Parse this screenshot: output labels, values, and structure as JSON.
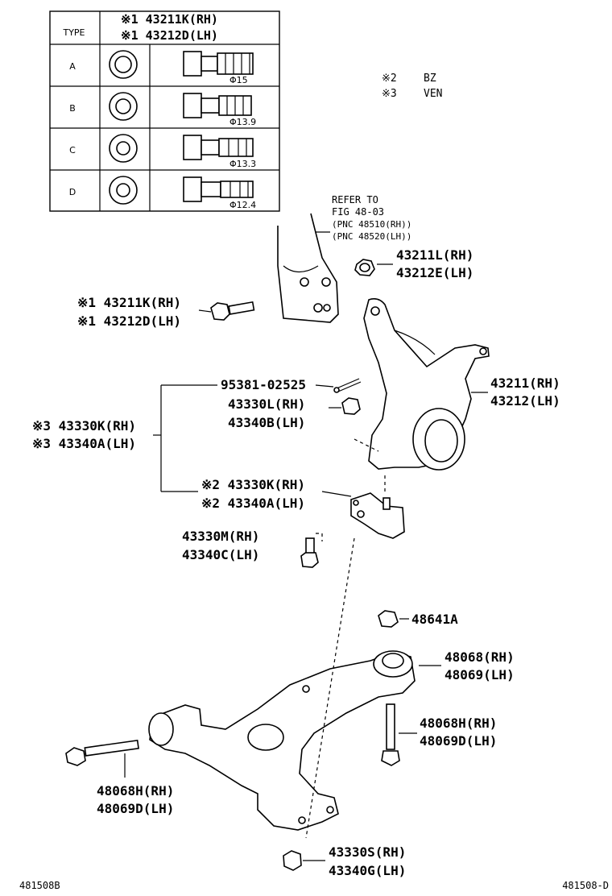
{
  "table": {
    "type_header": "TYPE",
    "col_header_rh": "※1 43211K(RH)",
    "col_header_lh": "※1 43212D(LH)",
    "rows": [
      {
        "type": "A",
        "dim": "Φ15"
      },
      {
        "type": "B",
        "dim": "Φ13.9"
      },
      {
        "type": "C",
        "dim": "Φ13.3"
      },
      {
        "type": "D",
        "dim": "Φ12.4"
      }
    ]
  },
  "notes": {
    "n2_mark": "※2",
    "n2_text": "BZ",
    "n3_mark": "※3",
    "n3_text": "VEN"
  },
  "refer": {
    "line1": "REFER TO",
    "line2": "FIG 48-03",
    "line3": "(PNC 48510(RH))",
    "line4": "(PNC 48520(LH))"
  },
  "labels": {
    "nut_top_rh": "43211L(RH)",
    "nut_top_lh": "43212E(LH)",
    "bolt_left_rh": "※1 43211K(RH)",
    "bolt_left_lh": "※1 43212D(LH)",
    "pin": "95381-02525",
    "knuckle_rh": "43211(RH)",
    "knuckle_lh": "43212(LH)",
    "nut_mid_rh": "43330L(RH)",
    "nut_mid_lh": "43340B(LH)",
    "assy_rh": "※3 43330K(RH)",
    "assy_lh": "※3 43340A(LH)",
    "joint_rh": "※2 43330K(RH)",
    "joint_lh": "※2 43340A(LH)",
    "bolt_joint_rh": "43330M(RH)",
    "bolt_joint_lh": "43340C(LH)",
    "nut_arm": "48641A",
    "arm_rh": "48068(RH)",
    "arm_lh": "48069(LH)",
    "bolt_arm_right_rh": "48068H(RH)",
    "bolt_arm_right_lh": "48069D(LH)",
    "bolt_arm_left_rh": "48068H(RH)",
    "bolt_arm_left_lh": "48069D(LH)",
    "nut_bottom_rh": "43330S(RH)",
    "nut_bottom_lh": "43340G(LH)"
  },
  "footer": {
    "left": "481508B",
    "right": "481508-D"
  }
}
